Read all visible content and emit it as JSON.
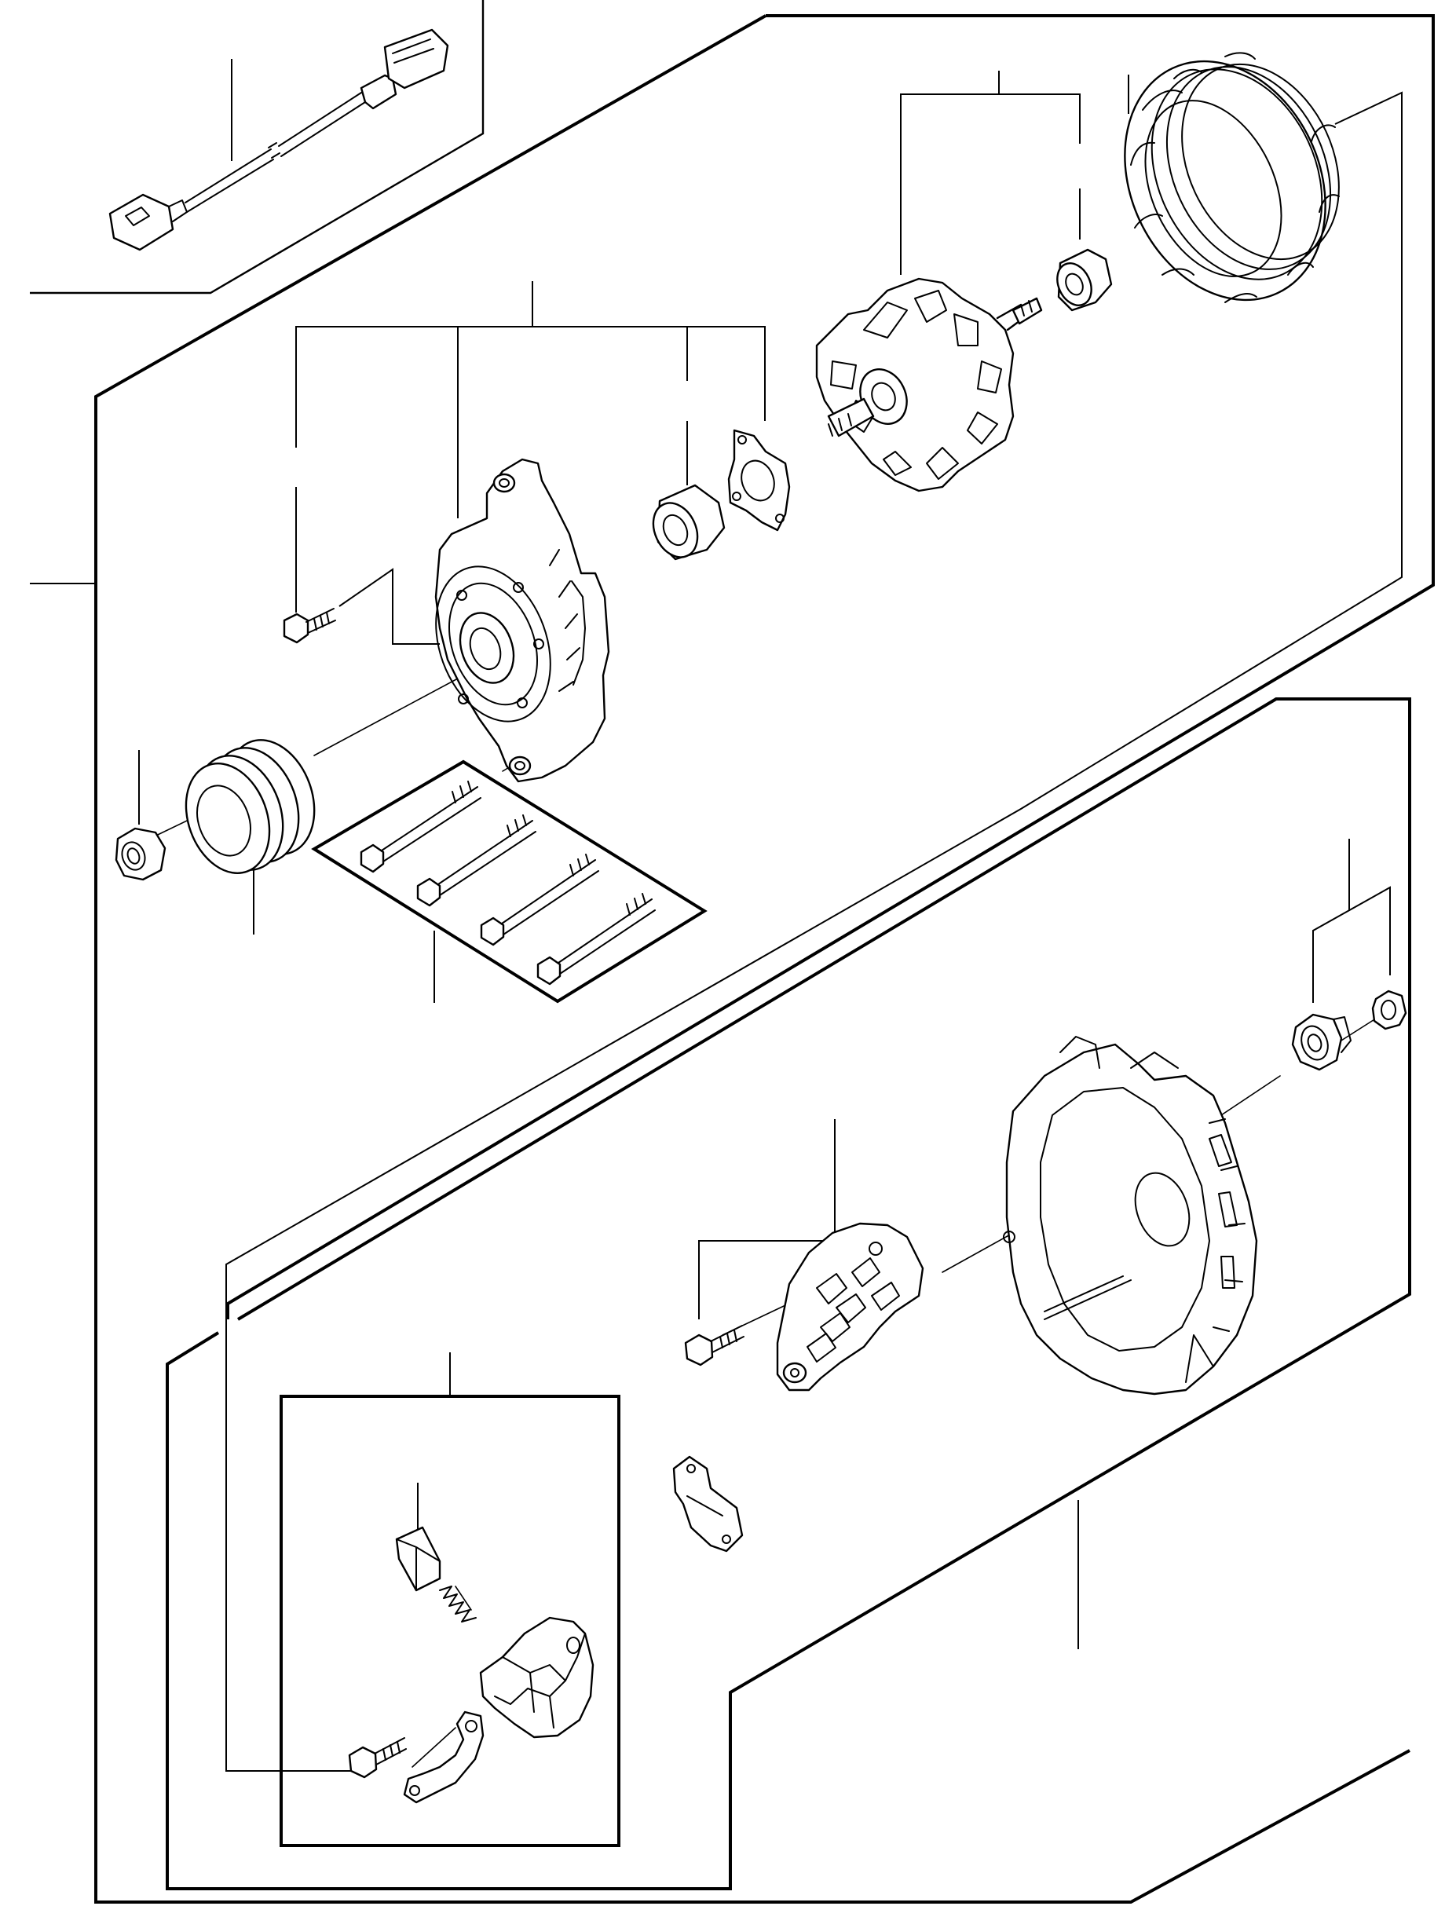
{
  "diagram": {
    "type": "exploded-parts-diagram",
    "colors": {
      "background": "#ffffff",
      "line": "#000000"
    },
    "parts": [
      {
        "id": "wiring-harness",
        "name": "wiring-harness"
      },
      {
        "id": "front-bracket",
        "name": "drive-end-housing"
      },
      {
        "id": "front-bearing",
        "name": "front-bearing"
      },
      {
        "id": "bearing-retainer",
        "name": "bearing-retainer-plate"
      },
      {
        "id": "retainer-screw",
        "name": "retainer-screw"
      },
      {
        "id": "rotor",
        "name": "rotor-assembly"
      },
      {
        "id": "rear-bearing",
        "name": "rear-bearing"
      },
      {
        "id": "stator",
        "name": "stator"
      },
      {
        "id": "pulley-nut",
        "name": "pulley-nut"
      },
      {
        "id": "pulley",
        "name": "pulley"
      },
      {
        "id": "through-bolts",
        "name": "through-bolt-set"
      },
      {
        "id": "rear-bracket",
        "name": "rear-housing"
      },
      {
        "id": "terminal-insulator",
        "name": "terminal-insulator"
      },
      {
        "id": "terminal-nut",
        "name": "terminal-nut"
      },
      {
        "id": "rectifier",
        "name": "rectifier"
      },
      {
        "id": "rectifier-screw",
        "name": "rectifier-screw"
      },
      {
        "id": "regulator-cover",
        "name": "regulator-cover"
      },
      {
        "id": "brush-holder",
        "name": "brush-holder-assembly"
      },
      {
        "id": "brush",
        "name": "brush"
      },
      {
        "id": "brush-spring",
        "name": "brush-spring"
      },
      {
        "id": "brush-plate",
        "name": "brush-holder-plate"
      },
      {
        "id": "brush-screw",
        "name": "brush-holder-screw"
      }
    ]
  }
}
